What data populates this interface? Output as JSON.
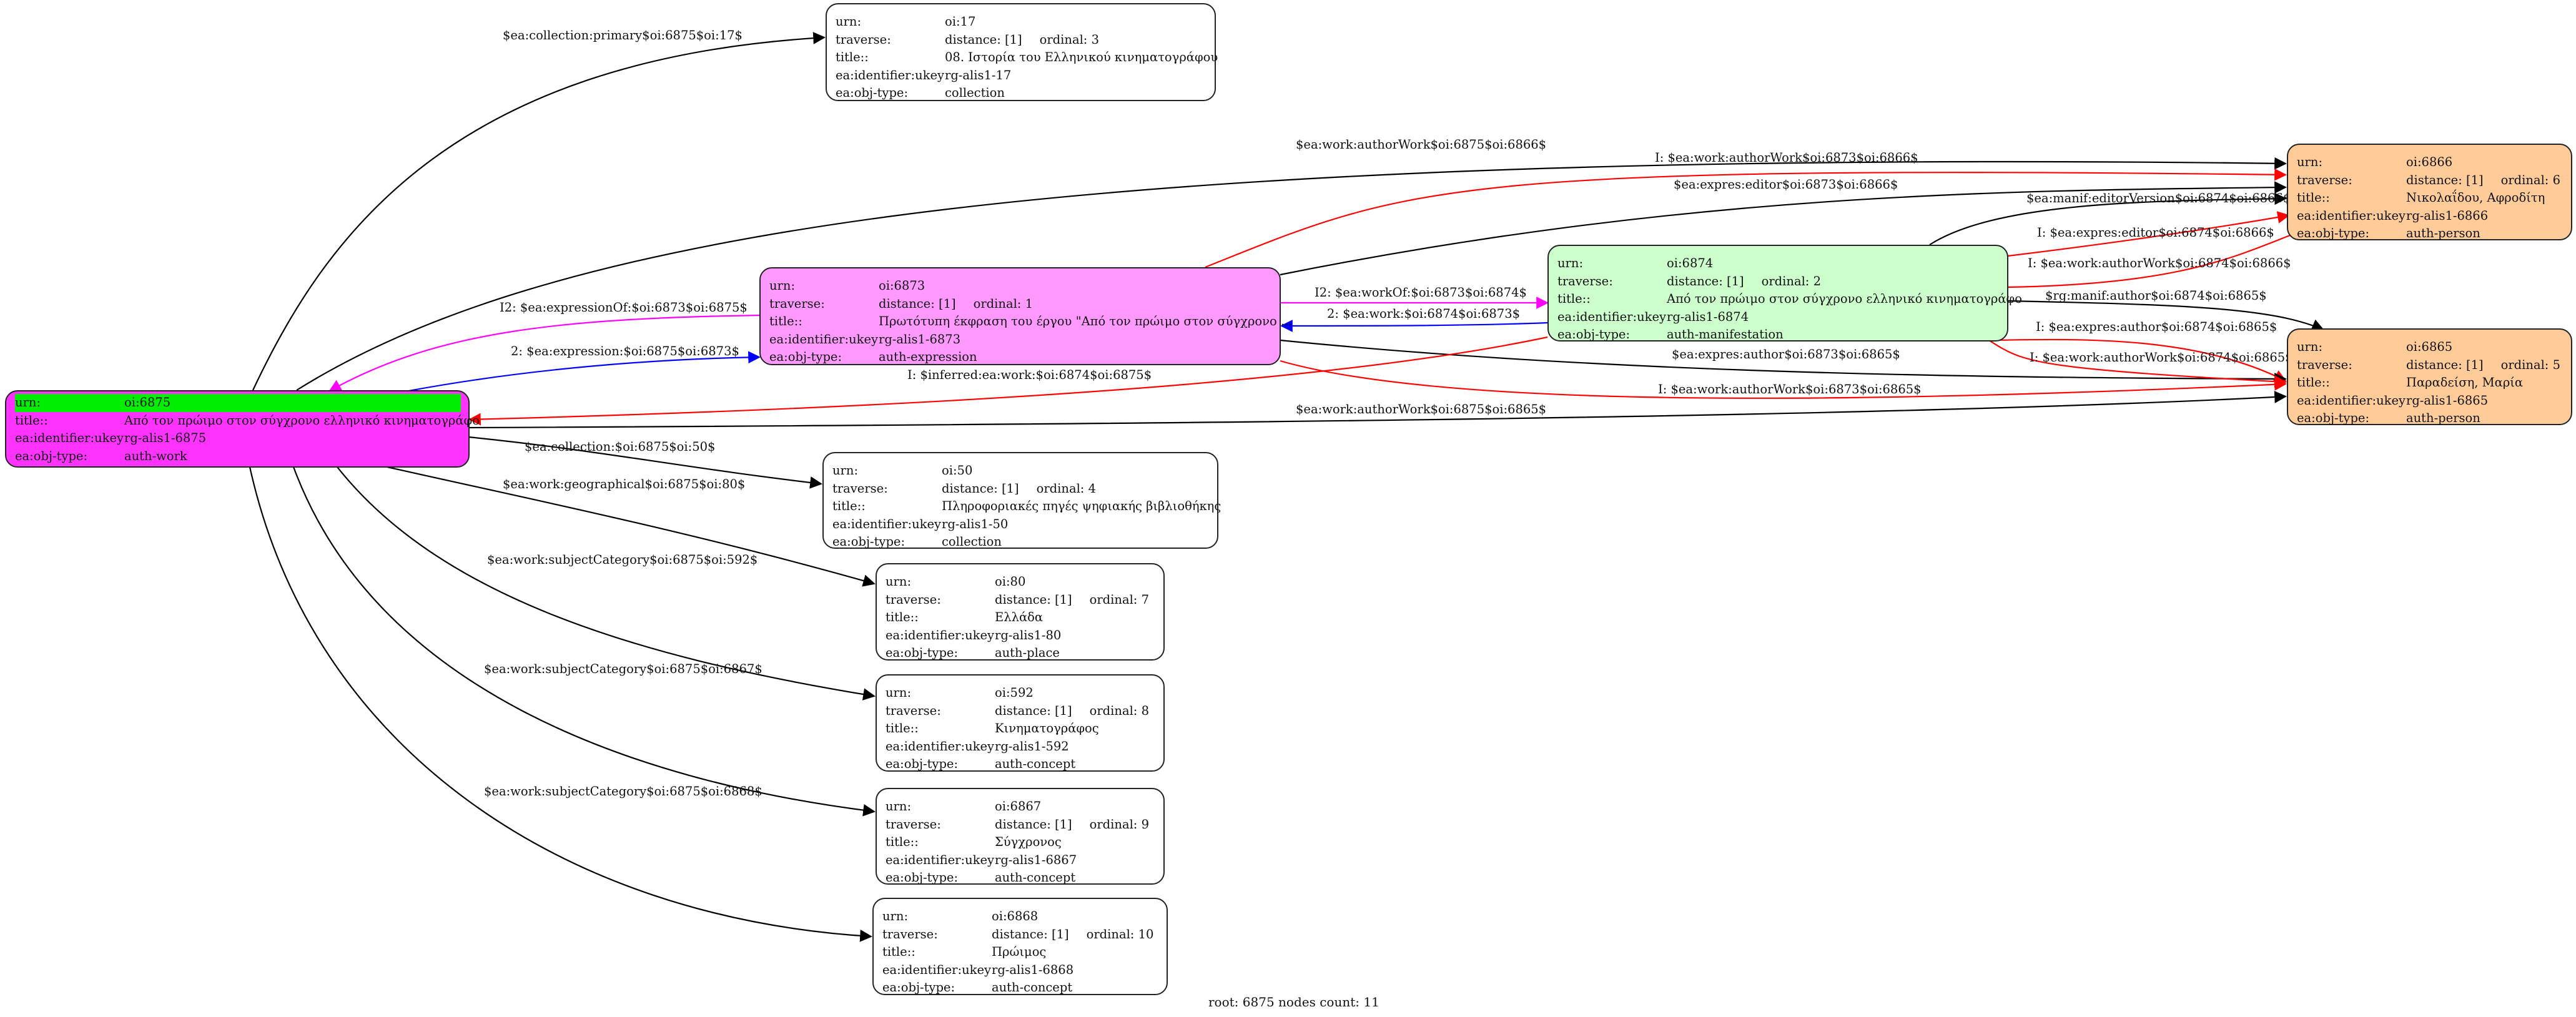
{
  "colors": {
    "root_fill": "#ff33ff",
    "root_urn_highlight": "#00ee00",
    "expression_fill": "#ff99ff",
    "manifestation_fill": "#ccffcc",
    "person_fill": "#ffcc99",
    "default_fill": "#ffffff",
    "edge_black": "#000000",
    "edge_red": "#ff0000",
    "edge_blue": "#0000ff",
    "edge_magenta": "#ff00ff"
  },
  "field_labels": {
    "urn": "urn:",
    "traverse": "traverse:",
    "title": "title::",
    "identifier": "ea:identifier:ukey",
    "objtype": "ea:obj-type:"
  },
  "nodes": {
    "n6875": {
      "urn": "oi:6875",
      "title": "Από τον πρώιμο στον σύγχρονο ελληνικό κινηματογράφο",
      "identifier": "rg-alis1-6875",
      "objtype": "auth-work"
    },
    "n17": {
      "urn": "oi:17",
      "distance": "distance: [1]",
      "ordinal": "ordinal: 3",
      "title": "08. Ιστορία του Ελληνικού κινηματογράφου",
      "identifier": "rg-alis1-17",
      "objtype": "collection"
    },
    "n6873": {
      "urn": "oi:6873",
      "distance": "distance: [1]",
      "ordinal": "ordinal: 1",
      "title": "Πρωτότυπη έκφραση του έργου \"Από τον πρώιμο στον σύγχρονο ...",
      "identifier": "rg-alis1-6873",
      "objtype": "auth-expression"
    },
    "n6874": {
      "urn": "oi:6874",
      "distance": "distance: [1]",
      "ordinal": "ordinal: 2",
      "title": "Από τον πρώιμο στον σύγχρονο ελληνικό κινηματογράφο",
      "identifier": "rg-alis1-6874",
      "objtype": "auth-manifestation"
    },
    "n6866": {
      "urn": "oi:6866",
      "distance": "distance: [1]",
      "ordinal": "ordinal: 6",
      "title": "Νικολαΐδου, Αφροδίτη",
      "identifier": "rg-alis1-6866",
      "objtype": "auth-person"
    },
    "n6865": {
      "urn": "oi:6865",
      "distance": "distance: [1]",
      "ordinal": "ordinal: 5",
      "title": "Παραδείση, Μαρία",
      "identifier": "rg-alis1-6865",
      "objtype": "auth-person"
    },
    "n50": {
      "urn": "oi:50",
      "distance": "distance: [1]",
      "ordinal": "ordinal: 4",
      "title": "Πληροφοριακές πηγές ψηφιακής βιβλιοθήκης",
      "identifier": "rg-alis1-50",
      "objtype": "collection"
    },
    "n80": {
      "urn": "oi:80",
      "distance": "distance: [1]",
      "ordinal": "ordinal: 7",
      "title": "Ελλάδα",
      "identifier": "rg-alis1-80",
      "objtype": "auth-place"
    },
    "n592": {
      "urn": "oi:592",
      "distance": "distance: [1]",
      "ordinal": "ordinal: 8",
      "title": "Κινηματογράφος",
      "identifier": "rg-alis1-592",
      "objtype": "auth-concept"
    },
    "n6867": {
      "urn": "oi:6867",
      "distance": "distance: [1]",
      "ordinal": "ordinal: 9",
      "title": "Σύγχρονος",
      "identifier": "rg-alis1-6867",
      "objtype": "auth-concept"
    },
    "n6868": {
      "urn": "oi:6868",
      "distance": "distance: [1]",
      "ordinal": "ordinal: 10",
      "title": "Πρώιμος",
      "identifier": "rg-alis1-6868",
      "objtype": "auth-concept"
    }
  },
  "edges": [
    {
      "from": "6875",
      "to": "17",
      "label": "$ea:collection:primary$oi:6875$oi:17$",
      "color": "black"
    },
    {
      "from": "6875",
      "to": "6866",
      "label": "$ea:work:authorWork$oi:6875$oi:6866$",
      "color": "black"
    },
    {
      "from": "6873",
      "to": "6866",
      "label": "I: $ea:work:authorWork$oi:6873$oi:6866$",
      "color": "red"
    },
    {
      "from": "6873",
      "to": "6866",
      "label": "$ea:expres:editor$oi:6873$oi:6866$",
      "color": "black"
    },
    {
      "from": "6874",
      "to": "6866",
      "label": "$ea:manif:editorVersion$oi:6874$oi:6866$",
      "color": "black"
    },
    {
      "from": "6874",
      "to": "6866",
      "label": "I: $ea:expres:editor$oi:6874$oi:6866$",
      "color": "red"
    },
    {
      "from": "6874",
      "to": "6866",
      "label": "I: $ea:work:authorWork$oi:6874$oi:6866$",
      "color": "red"
    },
    {
      "from": "6873",
      "to": "6875",
      "label": "I2: $ea:expressionOf:$oi:6873$oi:6875$",
      "color": "magenta"
    },
    {
      "from": "6873",
      "to": "6874",
      "label": "I2: $ea:workOf:$oi:6873$oi:6874$",
      "color": "magenta"
    },
    {
      "from": "6874",
      "to": "6873",
      "label": "2: $ea:work:$oi:6874$oi:6873$",
      "color": "blue"
    },
    {
      "from": "6874",
      "to": "6865",
      "label": "$rg:manif:author$oi:6874$oi:6865$",
      "color": "black"
    },
    {
      "from": "6875",
      "to": "6873",
      "label": "2: $ea:expression:$oi:6875$oi:6873$",
      "color": "blue"
    },
    {
      "from": "6874",
      "to": "6865",
      "label": "I: $ea:expres:author$oi:6874$oi:6865$",
      "color": "red"
    },
    {
      "from": "6873",
      "to": "6865",
      "label": "$ea:expres:author$oi:6873$oi:6865$",
      "color": "black"
    },
    {
      "from": "6874",
      "to": "6865",
      "label": "I: $ea:work:authorWork$oi:6874$oi:6865$",
      "color": "red"
    },
    {
      "from": "6874",
      "to": "6875",
      "label": "I: $inferred:ea:work:$oi:6874$oi:6875$",
      "color": "red"
    },
    {
      "from": "6873",
      "to": "6865",
      "label": "I: $ea:work:authorWork$oi:6873$oi:6865$",
      "color": "red"
    },
    {
      "from": "6875",
      "to": "6865",
      "label": "$ea:work:authorWork$oi:6875$oi:6865$",
      "color": "black"
    },
    {
      "from": "6875",
      "to": "50",
      "label": "$ea:collection:$oi:6875$oi:50$",
      "color": "black"
    },
    {
      "from": "6875",
      "to": "80",
      "label": "$ea:work:geographical$oi:6875$oi:80$",
      "color": "black"
    },
    {
      "from": "6875",
      "to": "592",
      "label": "$ea:work:subjectCategory$oi:6875$oi:592$",
      "color": "black"
    },
    {
      "from": "6875",
      "to": "6867",
      "label": "$ea:work:subjectCategory$oi:6875$oi:6867$",
      "color": "black"
    },
    {
      "from": "6875",
      "to": "6868",
      "label": "$ea:work:subjectCategory$oi:6875$oi:6868$",
      "color": "black"
    }
  ],
  "footer": "root: 6875 nodes count: 11"
}
